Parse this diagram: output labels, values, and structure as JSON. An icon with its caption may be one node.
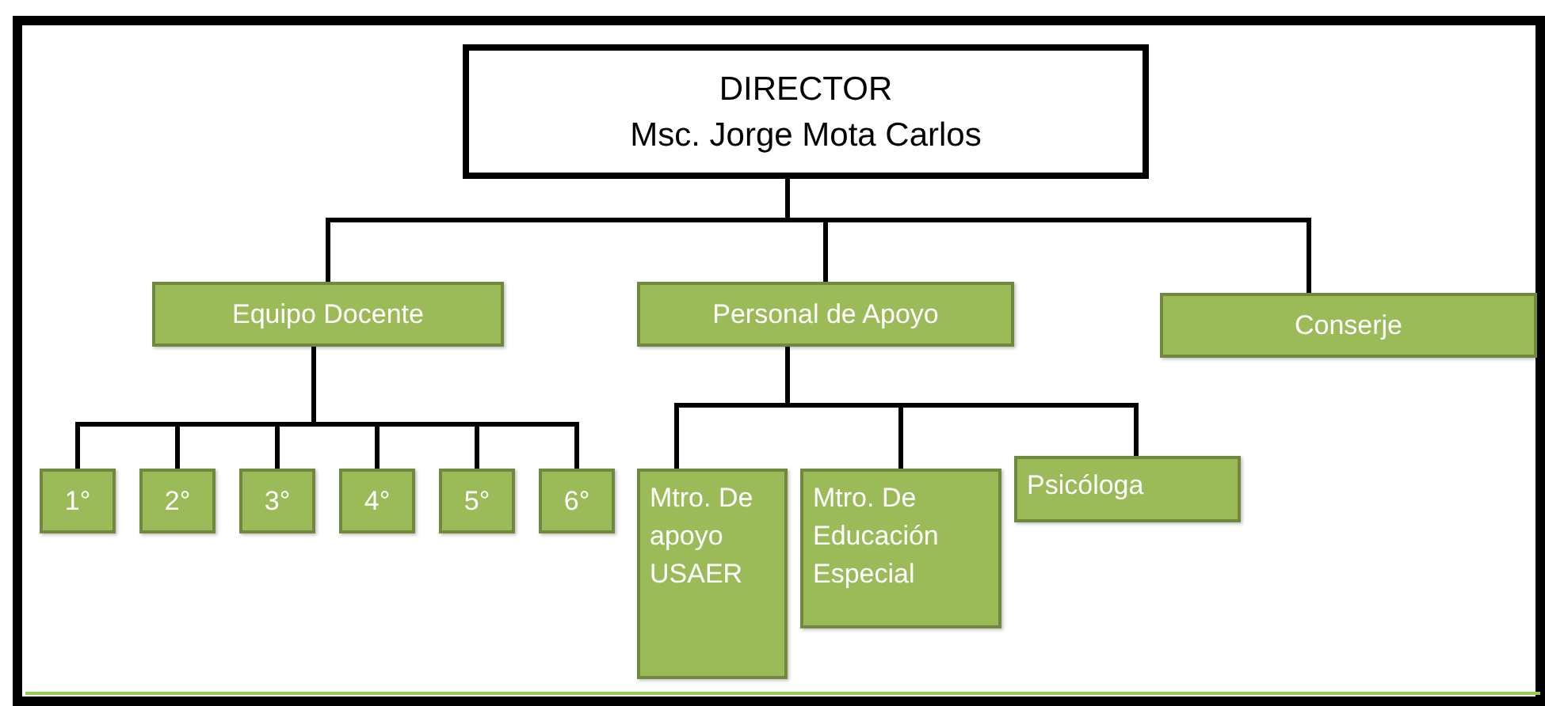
{
  "diagram": {
    "nodes": [
      {
        "text": [
          "DIRECTOR",
          "Msc. Jorge Mota Carlos"
        ]
      },
      {
        "text": [
          "Equipo Docente"
        ]
      },
      {
        "text": [
          "Personal de Apoyo"
        ]
      },
      {
        "text": [
          "Conserje"
        ]
      },
      {
        "text": [
          "1°"
        ]
      },
      {
        "text": [
          "2°"
        ]
      },
      {
        "text": [
          "3°"
        ]
      },
      {
        "text": [
          "4°"
        ]
      },
      {
        "text": [
          "5°"
        ]
      },
      {
        "text": [
          "6°"
        ]
      },
      {
        "text": [
          "Mtro. De apoyo USAER"
        ]
      },
      {
        "text": [
          "Mtro. De Educación Especial"
        ]
      },
      {
        "text": [
          "Psicóloga"
        ]
      }
    ],
    "edges": [
      {
        "from": 0,
        "to": 1,
        "arrow": "none"
      },
      {
        "from": 0,
        "to": 2,
        "arrow": "none"
      },
      {
        "from": 0,
        "to": 3,
        "arrow": "none"
      },
      {
        "from": 1,
        "to": 4,
        "arrow": "none"
      },
      {
        "from": 1,
        "to": 5,
        "arrow": "none"
      },
      {
        "from": 1,
        "to": 6,
        "arrow": "none"
      },
      {
        "from": 1,
        "to": 7,
        "arrow": "none"
      },
      {
        "from": 1,
        "to": 8,
        "arrow": "none"
      },
      {
        "from": 1,
        "to": 9,
        "arrow": "none"
      },
      {
        "from": 2,
        "to": 10,
        "arrow": "none"
      },
      {
        "from": 2,
        "to": 11,
        "arrow": "none"
      },
      {
        "from": 2,
        "to": 12,
        "arrow": "none"
      }
    ]
  }
}
